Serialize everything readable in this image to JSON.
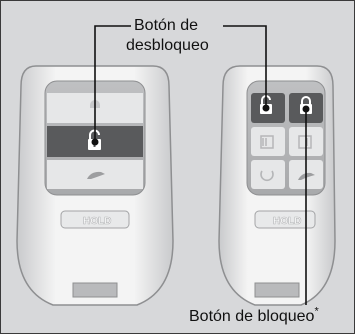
{
  "labels": {
    "unlock_line1": "Botón de",
    "unlock_line2": "desbloqueo",
    "lock": "Botón de bloqueo",
    "lock_marker": "*"
  },
  "remotes": {
    "left": {
      "hold_text": "HOLD"
    },
    "right": {
      "hold_text": "HOLD"
    }
  }
}
